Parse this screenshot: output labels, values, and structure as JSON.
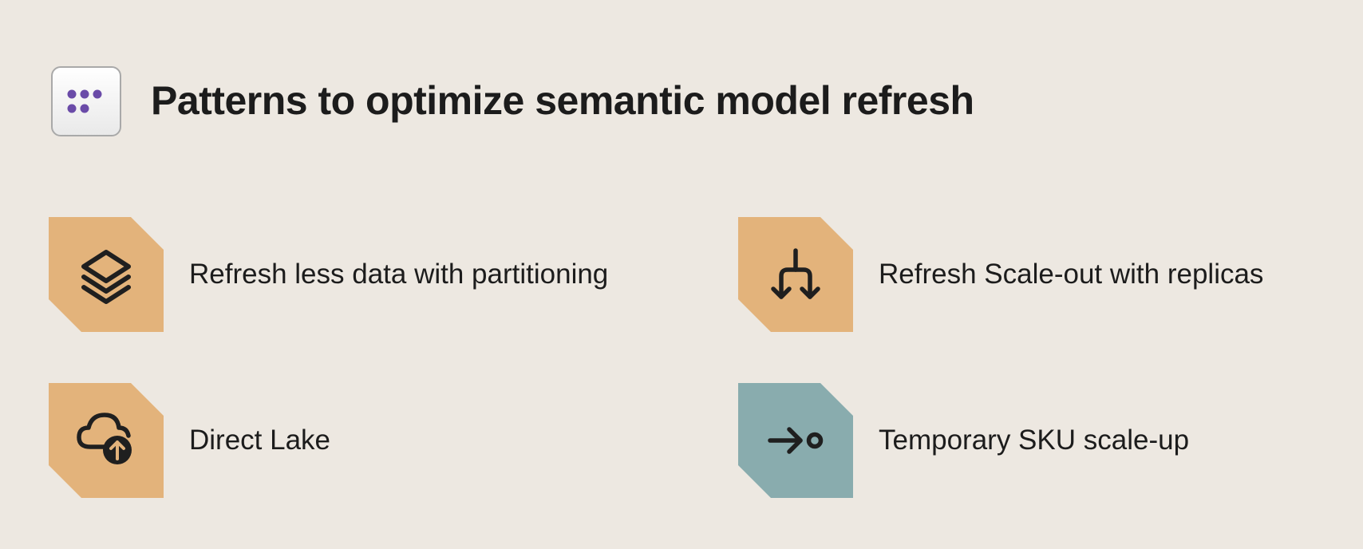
{
  "header": {
    "title": "Patterns to optimize semantic model refresh",
    "logo_icon": "dots-grid-icon",
    "logo_dot_color": "#6a4ba8"
  },
  "colors": {
    "background": "#ede8e1",
    "tile_orange": "#e3b37b",
    "tile_teal": "#89acae",
    "text": "#1c1c1c"
  },
  "patterns": [
    {
      "label": "Refresh less data with partitioning",
      "icon": "layers-icon",
      "tile_color": "#e3b37b"
    },
    {
      "label": "Refresh Scale-out with replicas",
      "icon": "split-arrows-icon",
      "tile_color": "#e3b37b"
    },
    {
      "label": "Direct Lake",
      "icon": "cloud-upload-icon",
      "tile_color": "#e3b37b"
    },
    {
      "label": "Temporary SKU scale-up",
      "icon": "arrow-to-circle-icon",
      "tile_color": "#89acae"
    }
  ]
}
